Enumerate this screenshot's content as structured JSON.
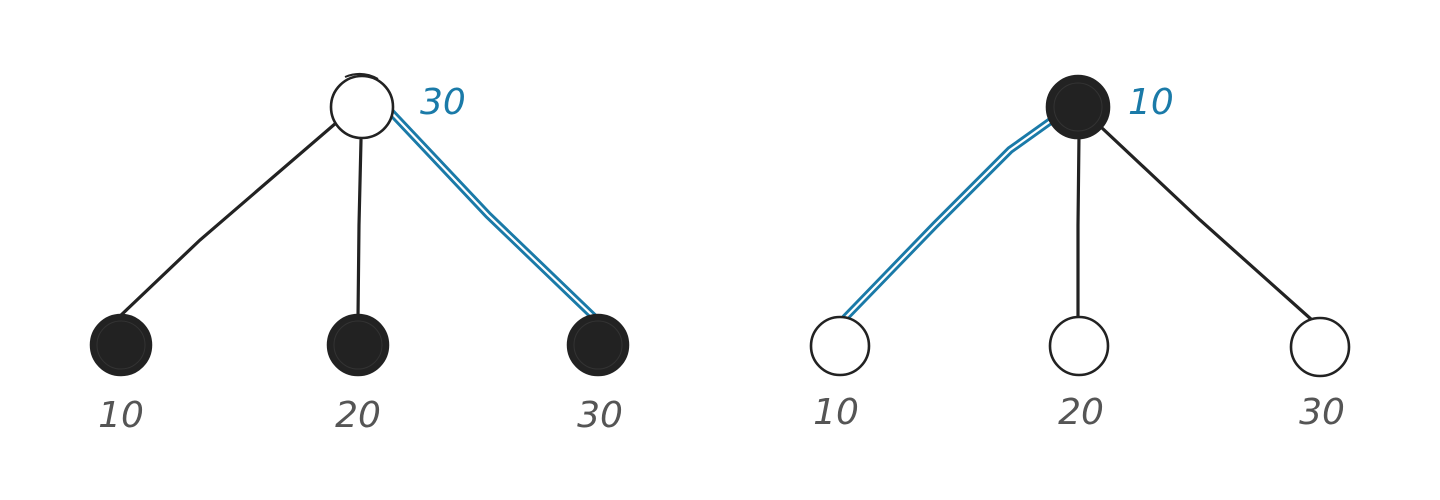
{
  "colors": {
    "ink": "#222222",
    "label_gray": "#555555",
    "highlight": "#1a7aa8",
    "background": "#ffffff"
  },
  "trees": [
    {
      "name": "left-tree",
      "root": {
        "filled": false,
        "annotation": "30"
      },
      "leaves": [
        {
          "label": "10",
          "filled": true,
          "edge_highlighted": false
        },
        {
          "label": "20",
          "filled": true,
          "edge_highlighted": false
        },
        {
          "label": "30",
          "filled": true,
          "edge_highlighted": true
        }
      ]
    },
    {
      "name": "right-tree",
      "root": {
        "filled": true,
        "annotation": "10"
      },
      "leaves": [
        {
          "label": "10",
          "filled": false,
          "edge_highlighted": true
        },
        {
          "label": "20",
          "filled": false,
          "edge_highlighted": false
        },
        {
          "label": "30",
          "filled": false,
          "edge_highlighted": false
        }
      ]
    }
  ]
}
